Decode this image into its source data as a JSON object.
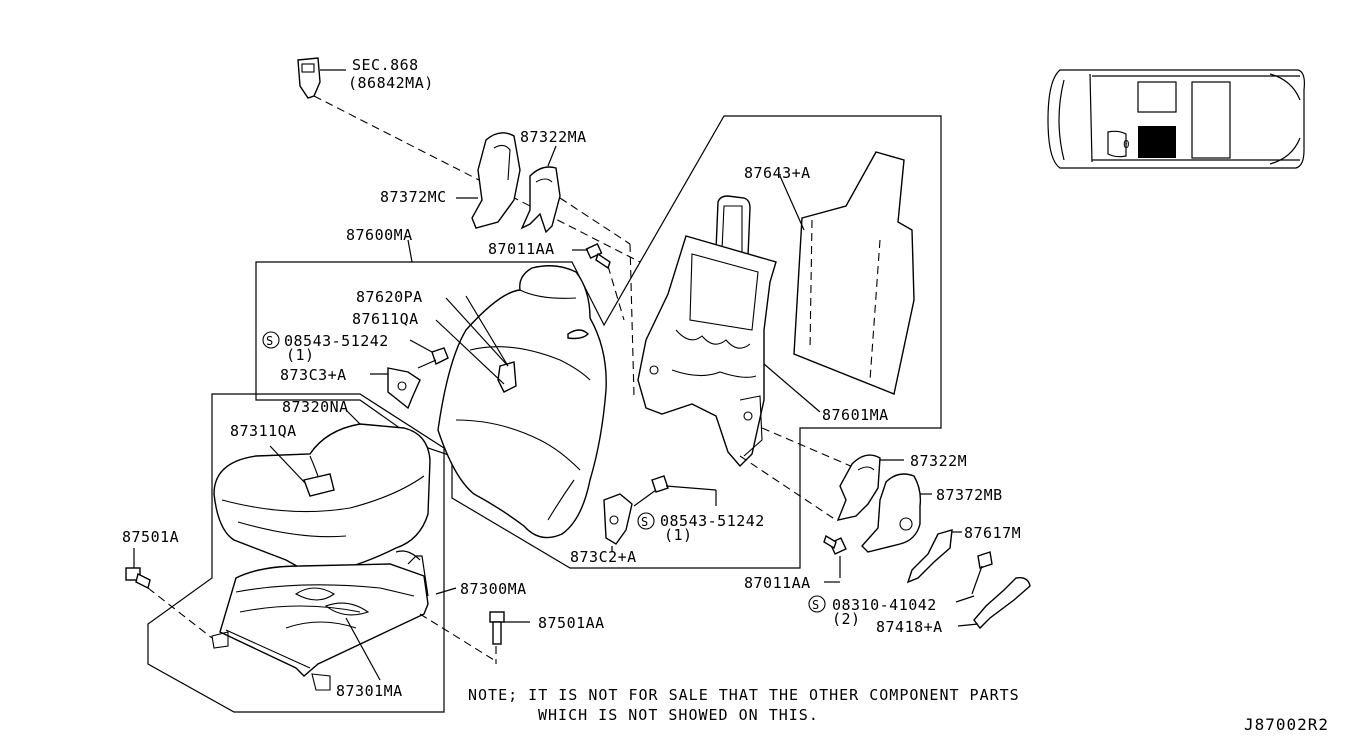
{
  "labels": {
    "sec868": "SEC.868",
    "sec868_sub": "(86842MA)",
    "p87322MA": "87322MA",
    "p87372MC": "87372MC",
    "p87600MA": "87600MA",
    "p87011AA_top": "87011AA",
    "p87643A": "87643+A",
    "p87620PA": "87620PA",
    "p87611QA": "87611QA",
    "s08543_top": "08543-51242",
    "s08543_top_qty": "(1)",
    "p873C3A": "873C3+A",
    "p87320NA": "87320NA",
    "p87311QA": "87311QA",
    "p87601MA": "87601MA",
    "p87322M": "87322M",
    "p87372MB": "87372MB",
    "s08543_bottom": "08543-51242",
    "s08543_bottom_qty": "(1)",
    "p873C2A": "873C2+A",
    "p87617M": "87617M",
    "p87501A": "87501A",
    "p87300MA": "87300MA",
    "p87011AA_bottom": "87011AA",
    "s08310": "08310-41042",
    "s08310_qty": "(2)",
    "p87501AA": "87501AA",
    "p87418A": "87418+A",
    "p87301MA": "87301MA",
    "s_symbol": "S"
  },
  "note": {
    "line1": "NOTE; IT IS NOT FOR SALE THAT THE OTHER COMPONENT PARTS",
    "line2": "WHICH IS NOT SHOWED ON THIS."
  },
  "reference": "J87002R2"
}
